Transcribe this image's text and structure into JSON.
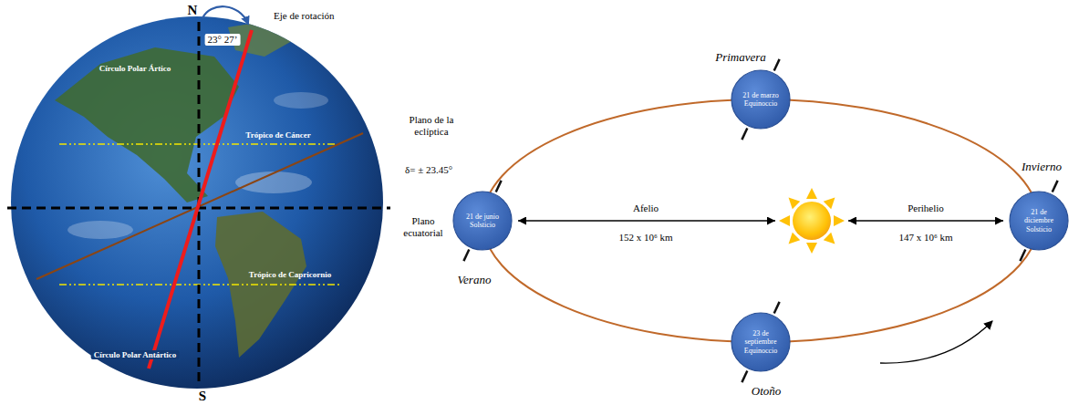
{
  "diagram": {
    "nodes": [
      {
        "text": [
          "21 de marzo",
          "Equinoccio"
        ]
      },
      {
        "text": [
          "21 de junio",
          "Solsticio"
        ]
      },
      {
        "text": [
          "21 de diciembre",
          "Solsticio"
        ]
      },
      {
        "text": [
          "23 de septiembre",
          "Equinoccio"
        ]
      }
    ],
    "labels": [
      "N",
      "Eje de rotación",
      "23° 27’",
      "Círculo Polar Ártico",
      "Trópico de Cáncer",
      "Plano de la eclíptica",
      "δ= ± 23.45°",
      "Plano ecuatorial",
      "Trópico de Capricornio",
      "Círculo Polar Antártico",
      "S",
      "Primavera",
      "Verano",
      "Afelio",
      "152 x 10⁶ km",
      "Perihelio",
      "147 x 10⁶ km",
      "Invierno",
      "Otoño"
    ]
  }
}
